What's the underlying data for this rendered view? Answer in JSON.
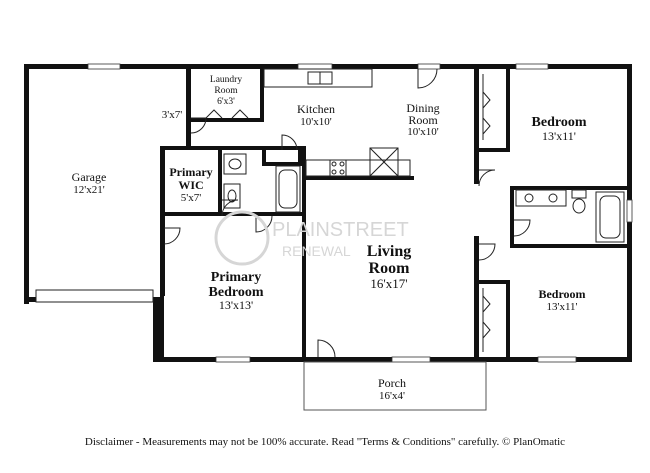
{
  "rooms": {
    "laundry": {
      "name": "Laundry Room",
      "line1": "Laundry",
      "line2": "Room",
      "dims": "6'x3'"
    },
    "closet": {
      "dims": "3'x7'"
    },
    "kitchen": {
      "name": "Kitchen",
      "dims": "10'x10'"
    },
    "dining": {
      "line1": "Dining",
      "line2": "Room",
      "dims": "10'x10'"
    },
    "bedroom1": {
      "name": "Bedroom",
      "dims": "13'x11'"
    },
    "garage": {
      "name": "Garage",
      "dims": "12'x21'"
    },
    "primary_wic": {
      "line1": "Primary",
      "line2": "WIC",
      "dims": "5'x7'"
    },
    "living": {
      "line1": "Living",
      "line2": "Room",
      "dims": "16'x17'"
    },
    "primary_bedroom": {
      "line1": "Primary",
      "line2": "Bedroom",
      "dims": "13'x13'"
    },
    "bedroom2": {
      "name": "Bedroom",
      "dims": "13'x11'"
    },
    "porch": {
      "name": "Porch",
      "dims": "16'x4'"
    }
  },
  "watermark": {
    "line1": "PLAINSTREET",
    "line2": "RENEWAL"
  },
  "disclaimer": "Disclaimer - Measurements may not be 100% accurate. Read \"Terms & Conditions\" carefully. © PlanOmatic",
  "colors": {
    "wall": "#111111",
    "background": "#ffffff",
    "watermark": "#d6d6d6"
  }
}
